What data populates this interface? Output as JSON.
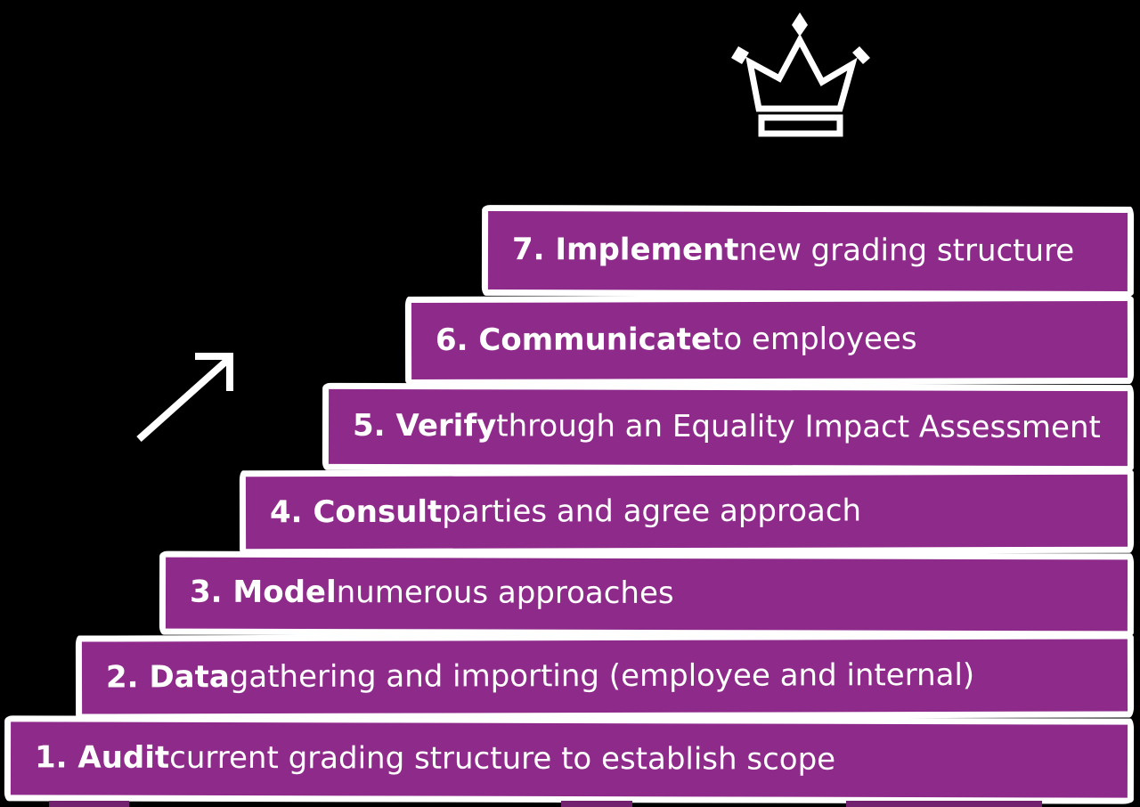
{
  "colors": {
    "background": "#000000",
    "step_fill": "#8e2a8a",
    "outline": "#ffffff",
    "text": "#ffffff"
  },
  "icons": {
    "crown": "crown-icon",
    "arrow": "up-right-arrow-icon"
  },
  "steps": [
    {
      "bold": "1. Audit",
      "rest": " current grading structure to establish scope"
    },
    {
      "bold": "2. Data",
      "rest": " gathering and importing (employee and internal)"
    },
    {
      "bold": "3. Model",
      "rest": " numerous approaches"
    },
    {
      "bold": "4. Consult",
      "rest": " parties and agree approach"
    },
    {
      "bold": "5. Verify",
      "rest": " through an Equality Impact Assessment"
    },
    {
      "bold": "6. Communicate",
      "rest": " to employees"
    },
    {
      "bold": "7. Implement",
      "rest": " new grading structure"
    }
  ]
}
